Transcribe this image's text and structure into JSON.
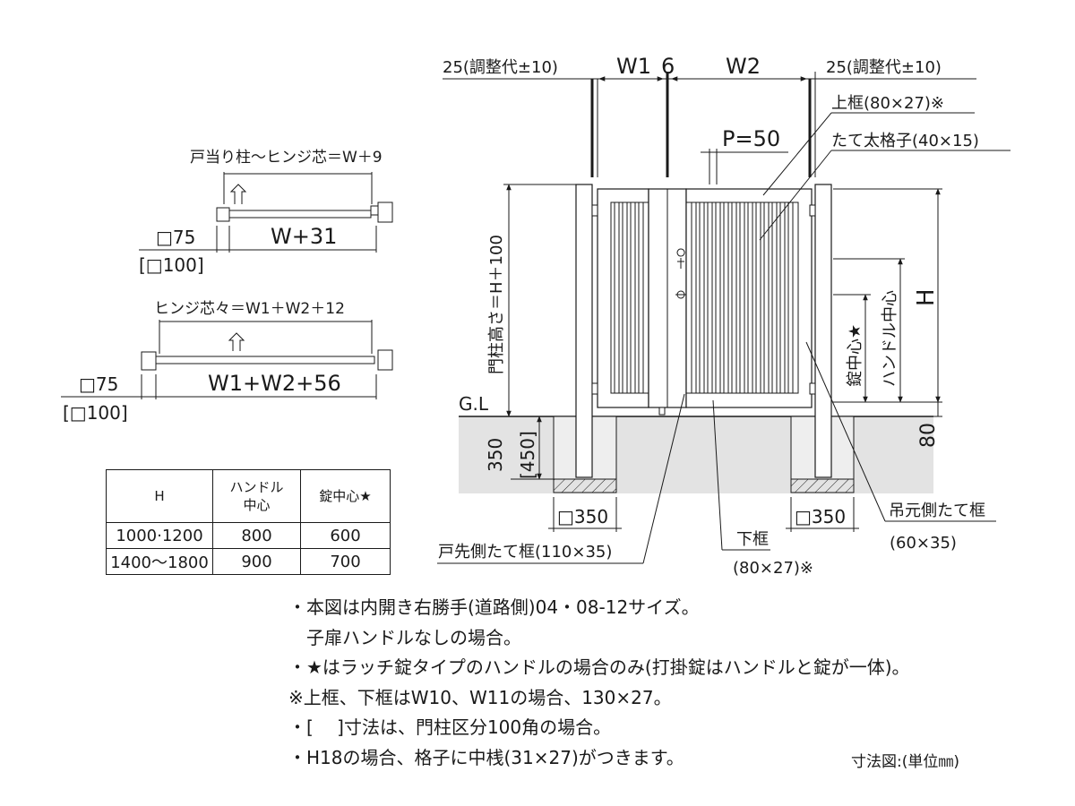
{
  "plan_top": {
    "label": "戸当り柱～ヒンジ芯＝W＋9",
    "width": "W+31",
    "post_size": "□75",
    "post_size_alt": "[□100]"
  },
  "plan_bottom": {
    "label": "ヒンジ芯々＝W1＋W2＋12",
    "width": "W1+W2+56",
    "post_size": "□75",
    "post_size_alt": "[□100]"
  },
  "table": {
    "header": [
      "H",
      "ハンドル\n中心",
      "錠中心★"
    ],
    "rows": [
      [
        "1000·1200",
        "800",
        "600"
      ],
      [
        "1400～1800",
        "900",
        "700"
      ]
    ]
  },
  "elevation": {
    "left_adjust": "25(調整代±10)",
    "right_adjust": "25(調整代±10)",
    "w1": "W1",
    "gap": "6",
    "w2": "W2",
    "pitch": "P=50",
    "top_frame": "上框(80×27)※",
    "vertical_bar": "たて太格子(40×15)",
    "post_height": "門柱高さ＝H＋100",
    "gl": "G.L",
    "embed": "350",
    "embed_alt": "[450]",
    "foundation_left": "□350",
    "foundation_right": "□350",
    "lock_center": "錠中心★",
    "handle_center": "ハンドル中心",
    "height": "H",
    "base_gap": "80",
    "hinge_stile_1": "吊元側たて框",
    "hinge_stile_2": "(60×35)",
    "bottom_frame_1": "下框",
    "bottom_frame_2": "(80×27)※",
    "latch_stile": "戸先側たて框(110×35)"
  },
  "notes": [
    "・本図は内開き右勝手(道路側)04・08-12サイズ。",
    "　子扉ハンドルなしの場合。",
    "・★はラッチ錠タイプのハンドルの場合のみ(打掛錠はハンドルと錠が一体)。",
    "※上框、下框はW10、W11の場合、130×27。",
    "・[　 ]寸法は、門柱区分100角の場合。",
    "・H18の場合、格子に中桟(31×27)がつきます。"
  ],
  "unit_label": "寸法図:(単位㎜)",
  "colors": {
    "line": "#1a1a1a",
    "ground": "#e3e3e3"
  }
}
